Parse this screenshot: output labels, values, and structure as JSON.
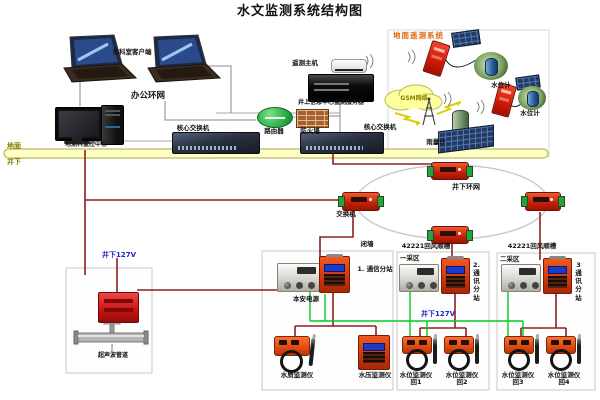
{
  "title": "水文监测系统结构图",
  "colors": {
    "wire_red": "#8b2020",
    "wire_green": "#00cc22",
    "band_fill": "#ffffc8",
    "band_stroke": "#a8a83a",
    "olive_text": "#8a7a00",
    "orange_text": "#e06a10",
    "blue_text": "#2222cc",
    "device_red": "#c61e08",
    "device_orange": "#e04a10"
  },
  "surface": {
    "clients_label": "各科室客户端",
    "office_ring_label": "办公环网",
    "monitor_center_label": "地测科监控中心",
    "core_switch_left_label": "核心交换机",
    "core_switch_right_label": "核心交换机",
    "router_label": "路由器",
    "firewall_label": "防火墙",
    "telemetry_host_label": "遥测主机",
    "server_label": "井上信息中心监测服务器",
    "ground_label": "地面",
    "underground_label": "井下"
  },
  "telemetry": {
    "title": "地面遥测系统",
    "gsm_label": "GSM网络",
    "water_level_1_label": "水位计",
    "water_level_2_label": "水位计",
    "rain_gauge_label": "雨量计"
  },
  "mine": {
    "ring_label": "井下环网",
    "ring_switch_label": "交换机",
    "closed_wall_label": "闭墙",
    "power_left_label": "井下127V",
    "power_mid_label": "井下127V",
    "ultrasonic_label": "超声波管道",
    "safe_power_label": "本安电源",
    "station1_label": "1. 通信分站",
    "station2_label": "2.通讯分站",
    "station3_label": "3通讯分站",
    "channel1_label": "42221回风顺槽",
    "channel2_label": "42221回风顺槽",
    "area1_label": "一采区",
    "area2_label": "二采区",
    "water_quality_label": "水质监测仪",
    "water_pressure_label": "水压监测仪",
    "monitors": [
      {
        "label": "水位监测仪",
        "sub": "回1"
      },
      {
        "label": "水位监测仪",
        "sub": "回2"
      },
      {
        "label": "水位监测仪",
        "sub": "回3"
      },
      {
        "label": "水位监测仪",
        "sub": "回4"
      }
    ]
  }
}
